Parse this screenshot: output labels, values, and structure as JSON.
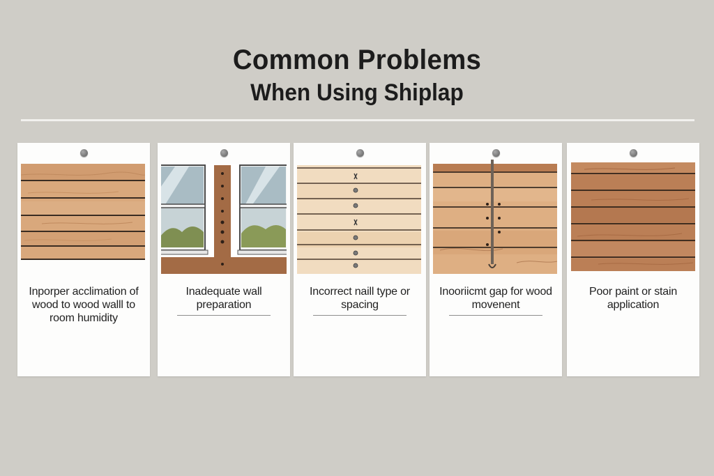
{
  "title": {
    "line1": "Common Problems",
    "line2": "When Using Shiplap"
  },
  "cards": [
    {
      "caption": "Inporper acclimation of wood to wood walll to room humidity",
      "illustration": "wood-planks-icon",
      "wood_color": "#d9a87c"
    },
    {
      "caption": "Inadequate wall preparation",
      "illustration": "window-wall-icon",
      "wood_color": "#a36b45"
    },
    {
      "caption": "Incorrect naill type or spacing",
      "illustration": "nailed-planks-icon",
      "wood_color": "#f1dcc0"
    },
    {
      "caption": "Inooriicmt gap for wood movenent",
      "illustration": "gap-planks-icon",
      "wood_color": "#deaf83"
    },
    {
      "caption": "Poor paint or stain application",
      "illustration": "stained-planks-icon",
      "wood_color": "#bb7f56"
    }
  ]
}
